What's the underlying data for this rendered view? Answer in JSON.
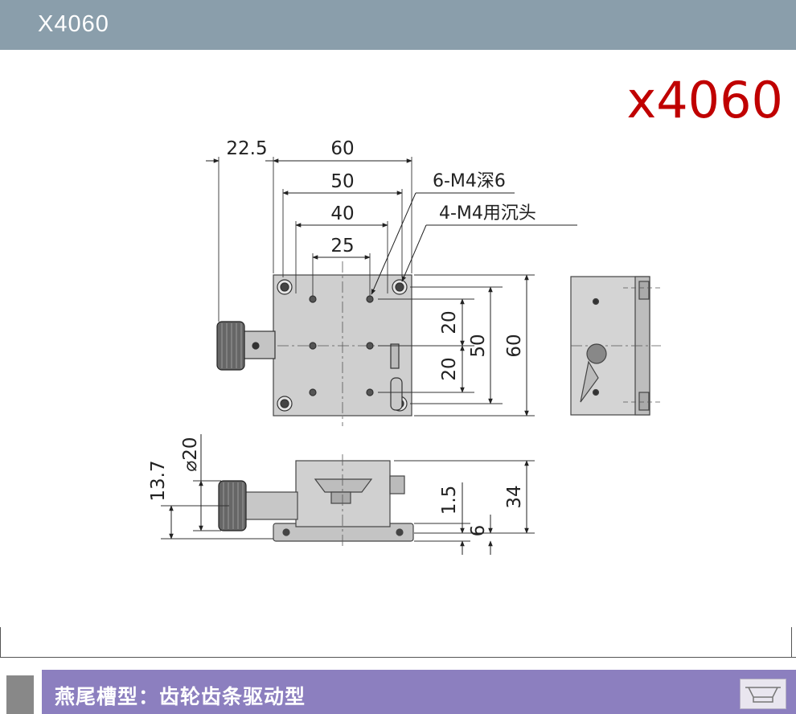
{
  "header": {
    "title": "X4060"
  },
  "model_label": "x4060",
  "footer": {
    "title": "燕尾槽型：齿轮齿条驱动型"
  },
  "dimensions": {
    "top": {
      "offset": "22.5",
      "w60": "60",
      "w50": "50",
      "w40": "40",
      "w25": "25"
    },
    "callouts": {
      "tapped": "6-M4深6",
      "counterbore": "4-M4用沉头"
    },
    "right": {
      "h20a": "20",
      "h20b": "20",
      "h50": "50",
      "h60": "60"
    },
    "front": {
      "h137": "13.7",
      "dia": "⌀20",
      "h15": "1.5",
      "h6": "6",
      "h34": "34"
    }
  },
  "colors": {
    "header": "#8a9eab",
    "footer": "#8c7fbf",
    "model": "#c00000",
    "body": "#c7c7c7"
  }
}
